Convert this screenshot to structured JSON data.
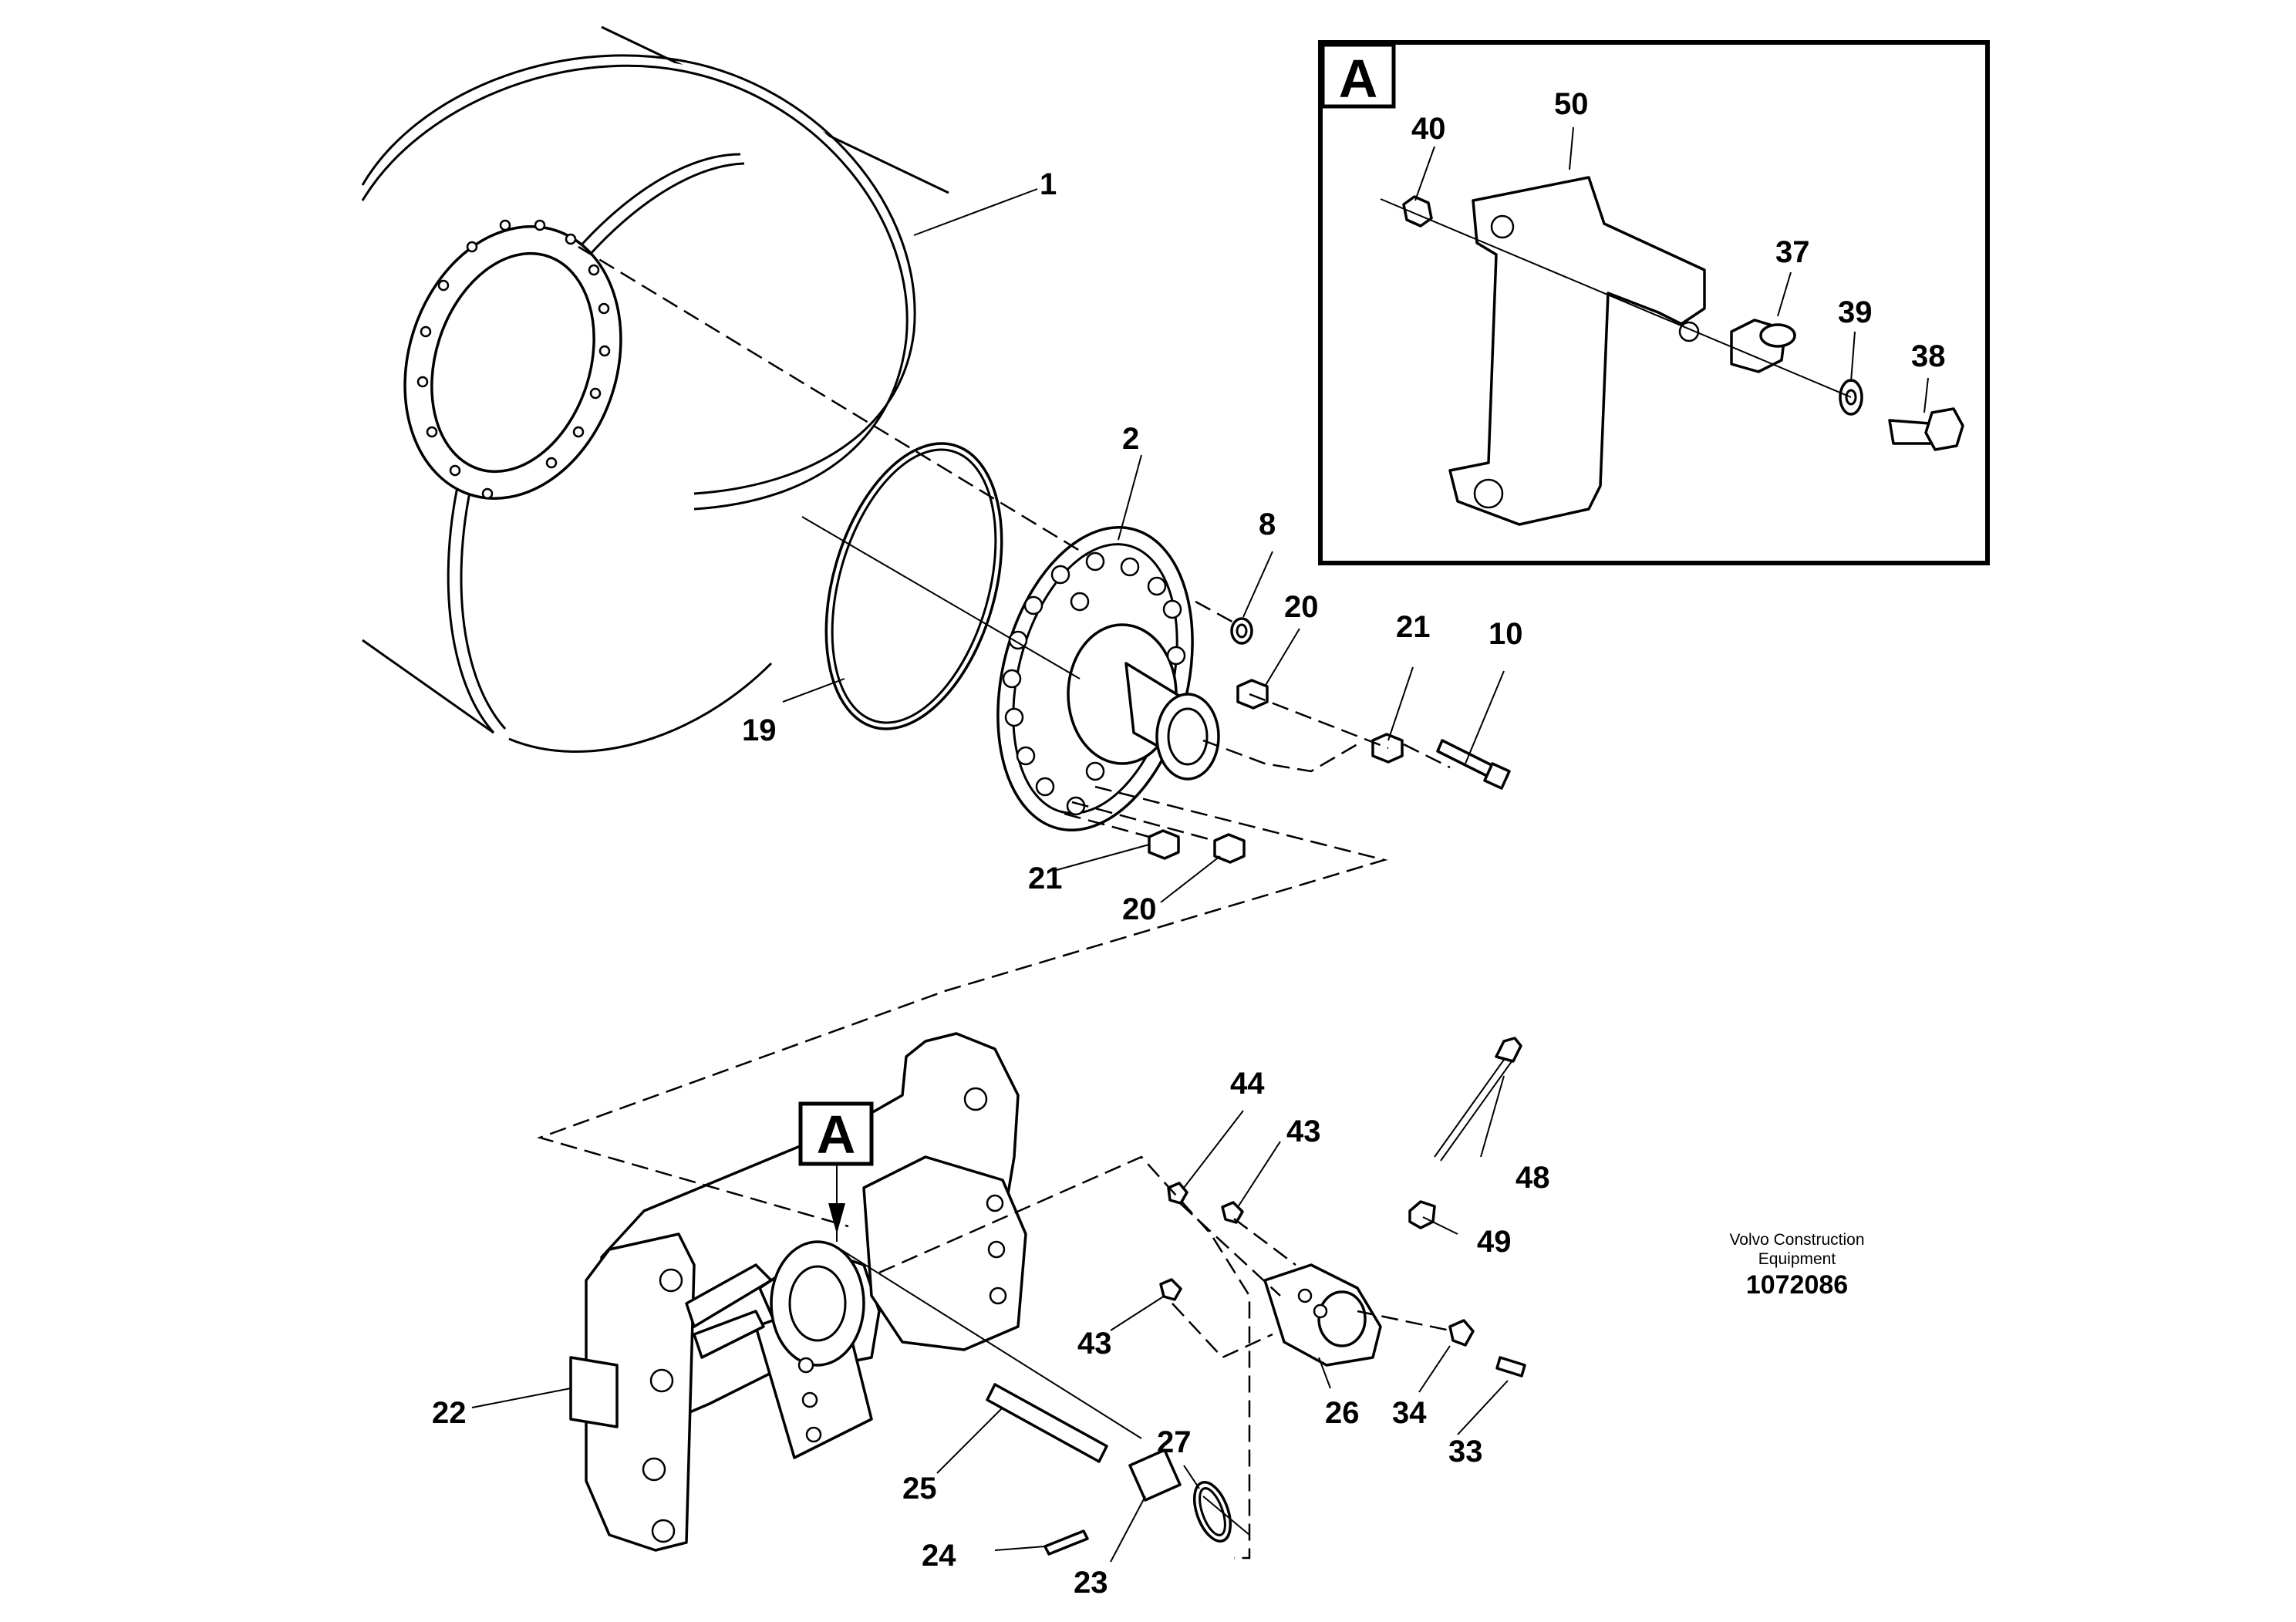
{
  "detail_tag": "A",
  "callouts": {
    "c1": "1",
    "c2": "2",
    "c8": "8",
    "c10": "10",
    "c19": "19",
    "c20a": "20",
    "c20b": "20",
    "c21a": "21",
    "c21b": "21",
    "c22": "22",
    "c23": "23",
    "c24": "24",
    "c25": "25",
    "c26": "26",
    "c27": "27",
    "c33": "33",
    "c34": "34",
    "c37": "37",
    "c38": "38",
    "c39": "39",
    "c40": "40",
    "c43a": "43",
    "c43b": "43",
    "c44": "44",
    "c48": "48",
    "c49": "49",
    "c50": "50"
  },
  "credit": {
    "line1": "Volvo Construction",
    "line2": "Equipment",
    "drawing_id": "1072086"
  }
}
